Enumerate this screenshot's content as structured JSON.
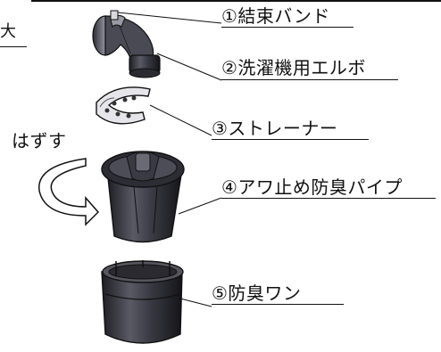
{
  "labels": {
    "part1": "①結束バンド",
    "part2": "②洗濯機用エルボ",
    "part3": "③ストレーナー",
    "part4": "④アワ止め防臭パイプ",
    "part5": "⑤防臭ワン",
    "remove": "はずす",
    "cut_left": "大"
  },
  "colors": {
    "ink": "#111111",
    "part_body": "#3f3f46",
    "part_dark": "#1c1c20",
    "part_light": "#d9d9de"
  }
}
